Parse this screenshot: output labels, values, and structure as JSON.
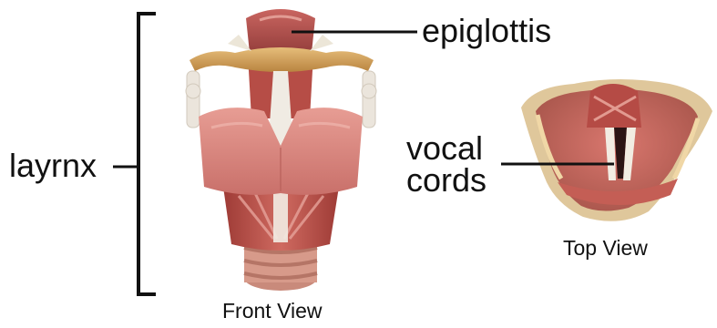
{
  "labels": {
    "larynx": "layrnx",
    "epiglottis": "epiglottis",
    "vocal_cords": [
      "vocal",
      "cords"
    ]
  },
  "captions": {
    "front_view": "Front View",
    "top_view": "Top View"
  },
  "colors": {
    "line": "#111111",
    "thyroid_cartilage": "#d9877f",
    "muscle": "#c2544c",
    "epiglottis": "#b8504c",
    "hyoid_bone": "#d4a35c",
    "ligament": "#e8e4dc",
    "trachea_ring": "#d79a8a"
  }
}
